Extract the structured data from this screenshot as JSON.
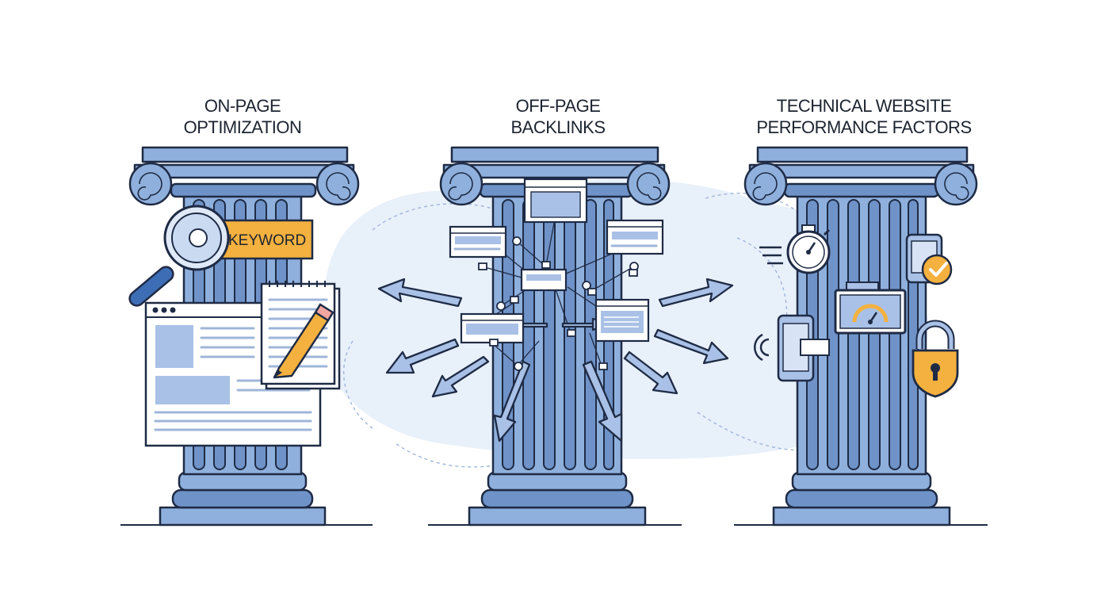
{
  "pillars": [
    {
      "title_line1": "ON-PAGE",
      "title_line2": "OPTIMIZATION",
      "keyword_label": "KEYWORD"
    },
    {
      "title_line1": "OFF-PAGE",
      "title_line2": "BACKLINKS"
    },
    {
      "title_line1": "TECHNICAL WEBSITE",
      "title_line2": "PERFORMANCE FACTORS"
    }
  ],
  "colors": {
    "pillar": "#8fb0dc",
    "pillar_dark": "#6f93c8",
    "outline": "#1f2b45",
    "keyword_tag": "#f4b13f",
    "lock": "#f4b13f",
    "background_blob": "#e8f0fa"
  },
  "icons": [
    "magnifier-icon",
    "document-icon",
    "notepad-icon",
    "pencil-icon",
    "browser-window-icon",
    "link-node-icon",
    "arrow-icon",
    "stopwatch-icon",
    "smartphone-icon",
    "gauge-icon",
    "padlock-icon",
    "checkmark-icon"
  ]
}
